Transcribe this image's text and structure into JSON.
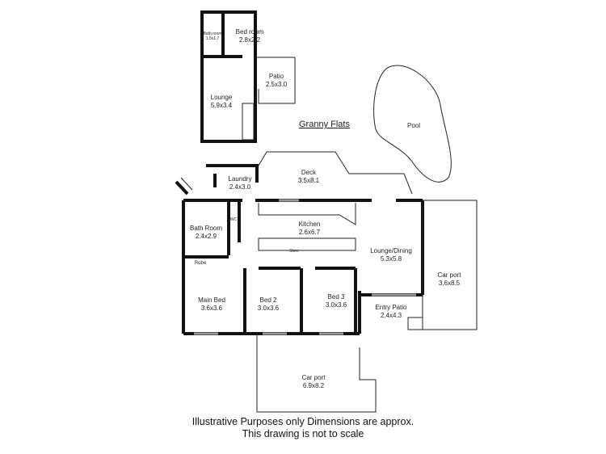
{
  "granny_flat": {
    "title": "Granny Flats",
    "rooms": [
      {
        "name": "Bed room",
        "size": "2.8x2.2"
      },
      {
        "name": "Bath room",
        "size": "1.5x1.7"
      },
      {
        "name": "Patio",
        "size": "2.5x3.0"
      },
      {
        "name": "Lounge",
        "size": "5.9x3.4"
      }
    ]
  },
  "pool": {
    "name": "Pool"
  },
  "house": {
    "rooms": [
      {
        "name": "Laundry",
        "size": "2.4x3.0"
      },
      {
        "name": "Deck",
        "size": "3.5x8.1"
      },
      {
        "name": "Bath Room",
        "size": "2.4x2.9"
      },
      {
        "name": "Kitchen",
        "size": "2.6x6.7"
      },
      {
        "name": "Lounge/Dining",
        "size": "5.3x5.8"
      },
      {
        "name": "Main Bed",
        "size": "3.6x3.6"
      },
      {
        "name": "Bed 2",
        "size": "3.0x3.6"
      },
      {
        "name": "Bed 3",
        "size": "3.0x3.6"
      },
      {
        "name": "Entry Patio",
        "size": "2.4x4.3"
      },
      {
        "name": "Car port",
        "size": "3.6x8.5"
      },
      {
        "name": "Car port",
        "size": "6.9x8.2"
      }
    ],
    "small_labels": {
      "robe": "Robe",
      "store": "Store",
      "wc": "WC"
    }
  },
  "footer": {
    "line1": "Illustrative Purposes only Dimensions are approx.",
    "line2": "This drawing is not to scale"
  }
}
